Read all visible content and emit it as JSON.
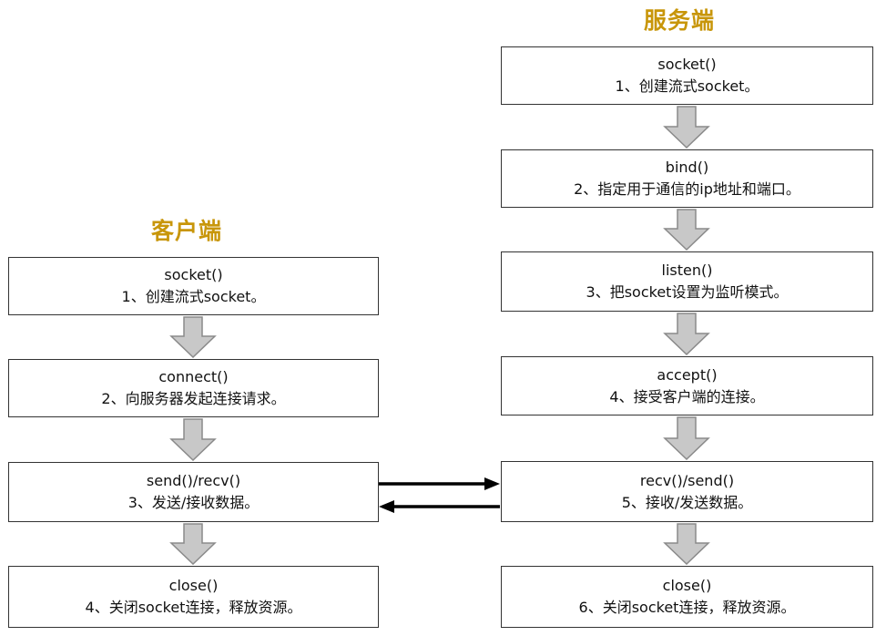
{
  "client": {
    "title": "客户端",
    "steps": [
      {
        "call": "socket()",
        "desc": "1、创建流式socket。"
      },
      {
        "call": "connect()",
        "desc": "2、向服务器发起连接请求。"
      },
      {
        "call": "send()/recv()",
        "desc": "3、发送/接收数据。"
      },
      {
        "call": "close()",
        "desc": "4、关闭socket连接，释放资源。"
      }
    ]
  },
  "server": {
    "title": "服务端",
    "steps": [
      {
        "call": "socket()",
        "desc": "1、创建流式socket。"
      },
      {
        "call": "bind()",
        "desc": "2、指定用于通信的ip地址和端口。"
      },
      {
        "call": "listen()",
        "desc": "3、把socket设置为监听模式。"
      },
      {
        "call": "accept()",
        "desc": "4、接受客户端的连接。"
      },
      {
        "call": "recv()/send()",
        "desc": "5、接收/发送数据。"
      },
      {
        "call": "close()",
        "desc": "6、关闭socket连接，释放资源。"
      }
    ]
  },
  "colors": {
    "title": "#c8960a",
    "arrow_fill": "#c8c8c8",
    "arrow_stroke": "#8a8a8a",
    "box_border": "#333333"
  }
}
